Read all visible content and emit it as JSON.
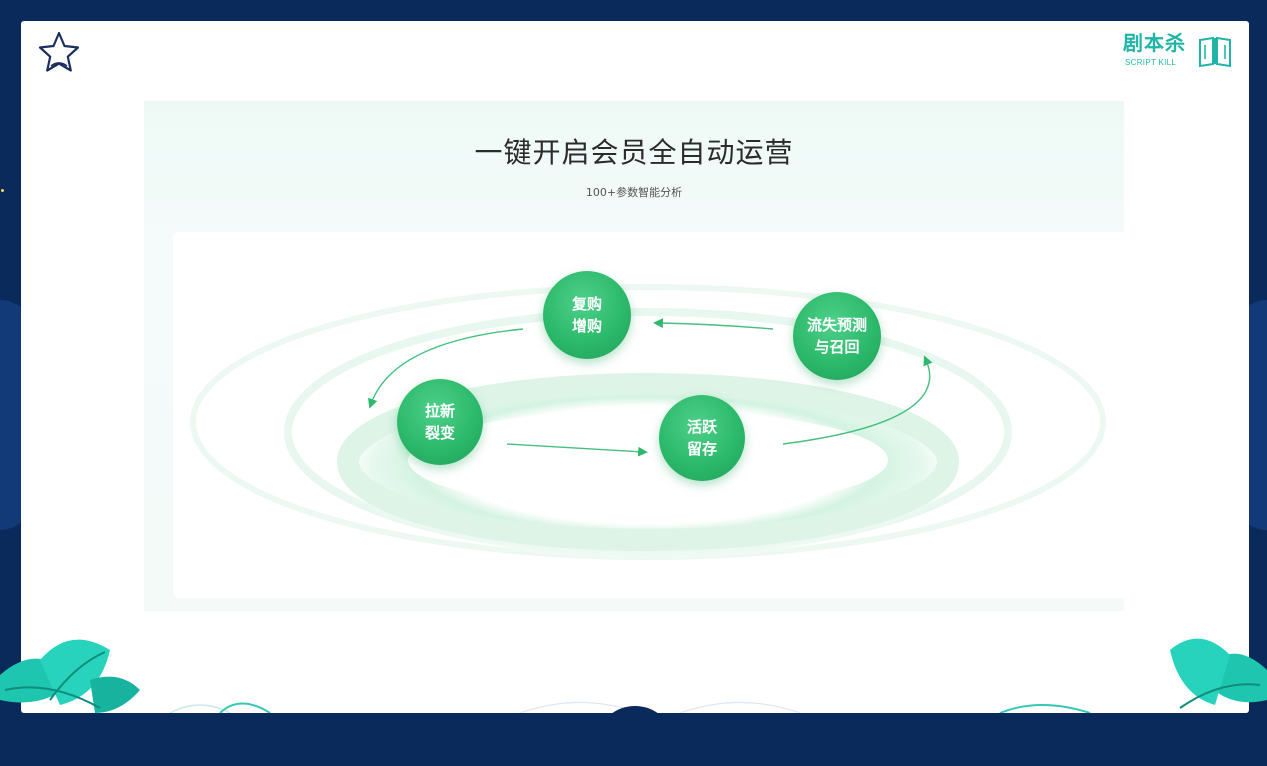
{
  "logo": {
    "name_cn": "剧本杀",
    "name_en": "SCRIPT KILL"
  },
  "panel": {
    "title": "一键开启会员全自动运营",
    "subtitle": "100+参数智能分析"
  },
  "cycle": {
    "nodes": [
      {
        "line1": "拉新",
        "line2": "裂变"
      },
      {
        "line1": "活跃",
        "line2": "留存"
      },
      {
        "line1": "流失预测",
        "line2": "与召回"
      },
      {
        "line1": "复购",
        "line2": "增购"
      }
    ]
  },
  "colors": {
    "background": "#0b2a5c",
    "accent": "#2cb96b",
    "logo": "#1fb5a6"
  },
  "icons": {
    "corner": "star-outline-icon",
    "logo": "open-book-icon"
  }
}
